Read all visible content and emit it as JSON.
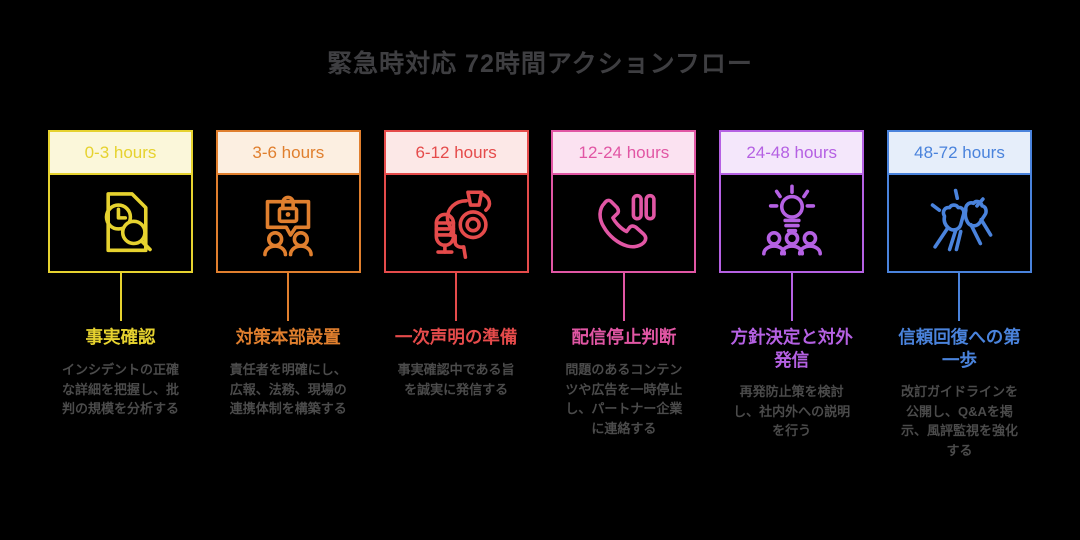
{
  "page": {
    "background_color": "#000000"
  },
  "header": {
    "title": "緊急時対応 72時間アクションフロー",
    "title_color": "#3e3e41"
  },
  "description_text_color": "#4b4b4b",
  "stages": [
    {
      "hours": "0-3 hours",
      "title": "事実確認",
      "description": "インシデントの正確\nな詳細を把握し、批\n判の規模を分析する",
      "color": "#e6d22f",
      "tint": "#fbf7da",
      "icon": "document-clock-search-icon"
    },
    {
      "hours": "3-6 hours",
      "title": "対策本部設置",
      "description": "責任者を明確にし、\n広報、法務、現場の\n連携体制を構築する",
      "color": "#e07f2e",
      "tint": "#fcefe1",
      "icon": "locked-chat-team-icon"
    },
    {
      "hours": "6-12 hours",
      "title": "一次声明の準備",
      "description": "事実確認中である旨\nを誠実に発信する",
      "color": "#e54b4b",
      "tint": "#fce8e7",
      "icon": "microphone-announcer-icon"
    },
    {
      "hours": "12-24 hours",
      "title": "配信停止判断",
      "description": "問題のあるコンテン\nツや広告を一時停止\nし、パートナー企業\nに連絡する",
      "color": "#e156a4",
      "tint": "#fbe2f1",
      "icon": "phone-pause-icon"
    },
    {
      "hours": "24-48 hours",
      "title": "方針決定と対外\n発信",
      "description": "再発防止策を検討\nし、社内外への説明\nを行う",
      "color": "#b561e3",
      "tint": "#f4e7fb",
      "icon": "idea-team-icon"
    },
    {
      "hours": "48-72 hours",
      "title": "信頼回復への第\n一歩",
      "description": "改訂ガイドラインを\n公開し、Q&Aを掲\n示、風評監視を強化\nする",
      "color": "#4a83dc",
      "tint": "#e6eefa",
      "icon": "fist-bump-icon"
    }
  ]
}
